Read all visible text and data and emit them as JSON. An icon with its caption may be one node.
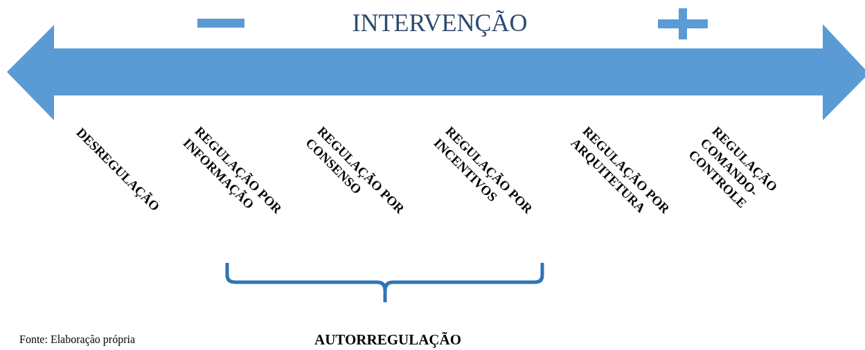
{
  "diagram": {
    "title": "INTERVENÇÃO",
    "labels": [
      "DESREGULAÇÃO",
      "REGULAÇÃO POR INFORMAÇÃO",
      "REGULAÇÃO POR CONSENSO",
      "REGULAÇÃO POR INCENTIVOS",
      "REGULAÇÃO POR ARQUITETURA",
      "REGULAÇÃO COMANDO-CONTROLE",
      "AUTORREGULAÇÃO",
      "Fonte: Elaboração própria"
    ]
  }
}
